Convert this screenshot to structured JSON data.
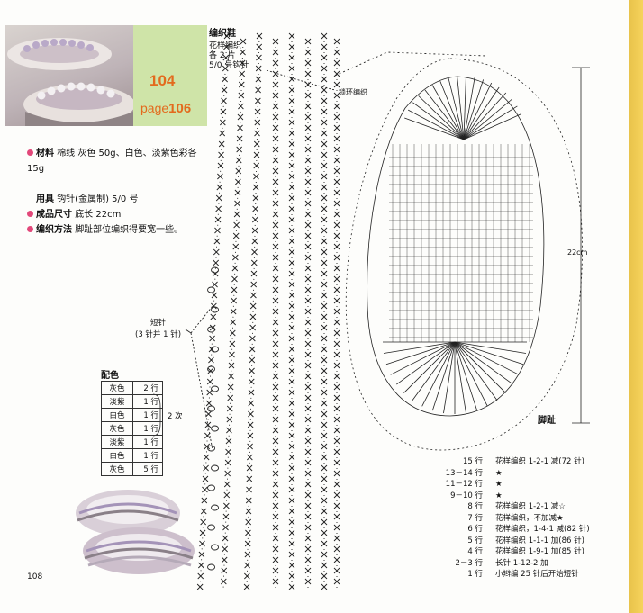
{
  "header": {
    "pattern_number": "104",
    "page_label": "page",
    "page_ref": "106"
  },
  "info": {
    "material_label": "材料",
    "material_value": "棉线 灰色 50g、白色、淡紫色彩各 15g",
    "tools_label": "用具",
    "tools_value": "钩针(金属制) 5/0 号",
    "size_label": "成品尺寸",
    "size_value": "底长 22cm",
    "method_label": "编织方法",
    "method_value": "脚趾部位编织得要宽一些。"
  },
  "diagram": {
    "title": "编织鞋",
    "line1": "花样编织",
    "line2": "各 2 片",
    "line3": "5/0 号钩针",
    "loop_label": "锁环编织",
    "short_label": "短针",
    "short_sub": "(3 针并 1 针)",
    "dimension": "22cm",
    "toe_label": "脚趾"
  },
  "color_table": {
    "title": "配色",
    "rows": [
      {
        "color": "灰色",
        "rows": "2 行"
      },
      {
        "color": "淡紫",
        "rows": "1 行"
      },
      {
        "color": "白色",
        "rows": "1 行"
      },
      {
        "color": "灰色",
        "rows": "1 行"
      },
      {
        "color": "淡紫",
        "rows": "1 行"
      },
      {
        "color": "白色",
        "rows": "1 行"
      },
      {
        "color": "灰色",
        "rows": "5 行"
      }
    ],
    "repeat_note": "2 次"
  },
  "legend": [
    {
      "row": "15 行",
      "text": "花样编织 1-2-1 减(72 针)"
    },
    {
      "row": "13－14 行",
      "text": "★"
    },
    {
      "row": "11－12 行",
      "text": "★"
    },
    {
      "row": "9－10 行",
      "text": "★"
    },
    {
      "row": "8 行",
      "text": "花样编织 1-2-1 减☆"
    },
    {
      "row": "7 行",
      "text": "花样编织，不加减★"
    },
    {
      "row": "6 行",
      "text": "花样编织，1-4-1 减(82 针)"
    },
    {
      "row": "5 行",
      "text": "花样编织 1-1-1 加(86 针)"
    },
    {
      "row": "4 行",
      "text": "花样编织 1-9-1 加(85 针)"
    },
    {
      "row": "2－3 行",
      "text": "长针 1-12-2 加"
    },
    {
      "row": "1 行",
      "text": "小辫编 25 针后开始短针"
    }
  ],
  "page_number": "108",
  "colors": {
    "badge_bg": "#cfe4a8",
    "badge_text": "#e36a1d",
    "bullet": "#e2487a",
    "edge": "#f6d35c"
  }
}
